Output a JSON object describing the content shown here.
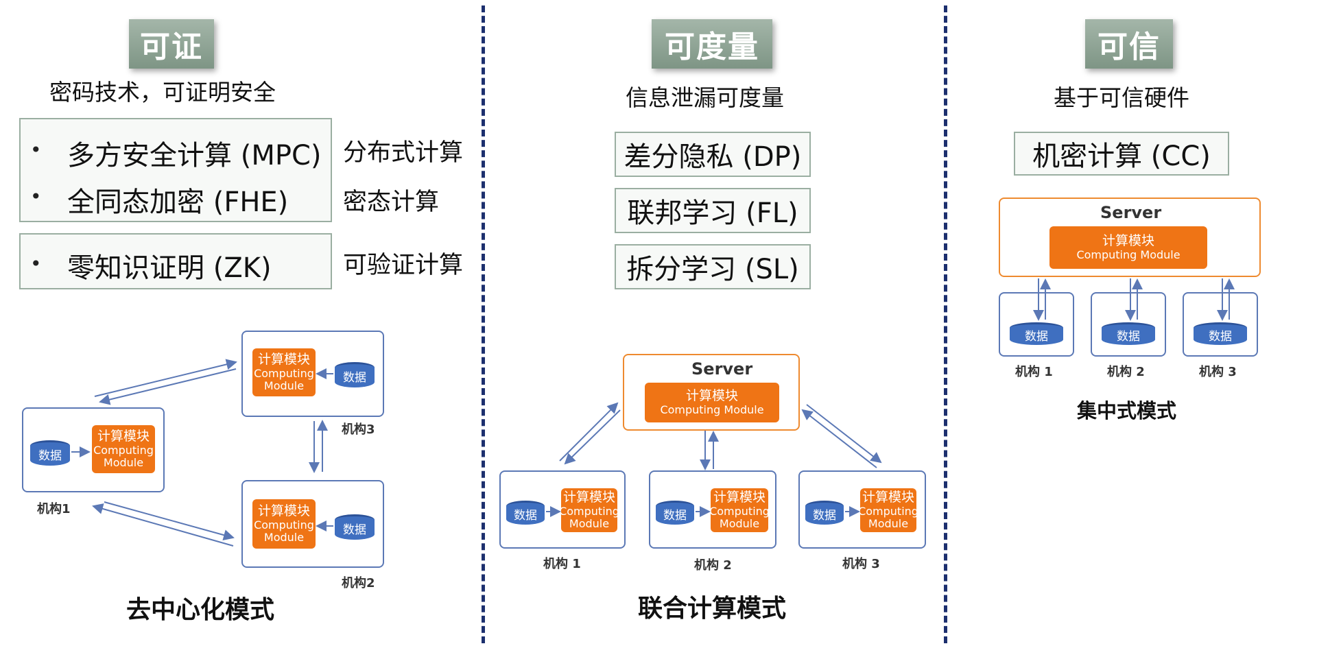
{
  "col1": {
    "header": "可证",
    "subtitle": "密码技术，可证明安全",
    "items": [
      {
        "bullet": "•",
        "text": "多方安全计算 (MPC)",
        "category": "分布式计算"
      },
      {
        "bullet": "•",
        "text": "全同态加密 (FHE)",
        "category": "密态计算"
      },
      {
        "bullet": "•",
        "text": "零知识证明 (ZK)",
        "category": "可验证计算"
      }
    ],
    "diagram": {
      "module_title": "计算模块",
      "module_sub": [
        "Computing",
        "Module"
      ],
      "data_label": "数据",
      "org1": "机构1",
      "org2": "机构2",
      "org3": "机构3",
      "caption": "去中心化模式"
    }
  },
  "col2": {
    "header": "可度量",
    "subtitle": "信息泄漏可度量",
    "techs": [
      "差分隐私 (DP)",
      "联邦学习 (FL)",
      "拆分学习 (SL)"
    ],
    "diagram": {
      "server": "Server",
      "module_title": "计算模块",
      "module_sub": "Computing Module",
      "node_module_sub": [
        "Computing",
        "Module"
      ],
      "data_label": "数据",
      "orgs": [
        "机构 1",
        "机构 2",
        "机构 3"
      ],
      "caption": "联合计算模式"
    }
  },
  "col3": {
    "header": "可信",
    "subtitle": "基于可信硬件",
    "tech": "机密计算 (CC)",
    "diagram": {
      "server": "Server",
      "module_title": "计算模块",
      "module_sub": "Computing Module",
      "data_label": "数据",
      "orgs": [
        "机构 1",
        "机构 2",
        "机构 3"
      ],
      "caption": "集中式模式"
    }
  },
  "colors": {
    "header_bg": "#8fa596",
    "divider": "#1c2f6e",
    "module": "#ef7415",
    "db": "#3f6fc0",
    "panel_border": "#5b78b5",
    "server_border": "#ee8a2f"
  }
}
